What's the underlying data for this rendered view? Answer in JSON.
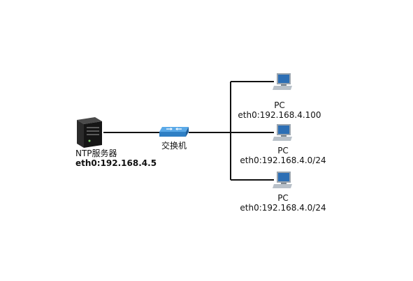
{
  "server": {
    "name": "NTP服务器",
    "ip": "eth0:192.168.4.5"
  },
  "switch": {
    "name": "交换机"
  },
  "pcs": [
    {
      "name": "PC",
      "ip": "eth0:192.168.4.100"
    },
    {
      "name": "PC",
      "ip": "eth0:192.168.4.0/24"
    },
    {
      "name": "PC",
      "ip": "eth0:192.168.4.0/24"
    }
  ],
  "colors": {
    "line": "#111111",
    "switch_blue": "#3a8fd6",
    "pc_blue": "#2d6fb5",
    "server_dark": "#1e1e1e"
  },
  "icons": {
    "server": "server-tower-icon",
    "switch": "network-switch-icon",
    "pc": "desktop-pc-icon"
  }
}
